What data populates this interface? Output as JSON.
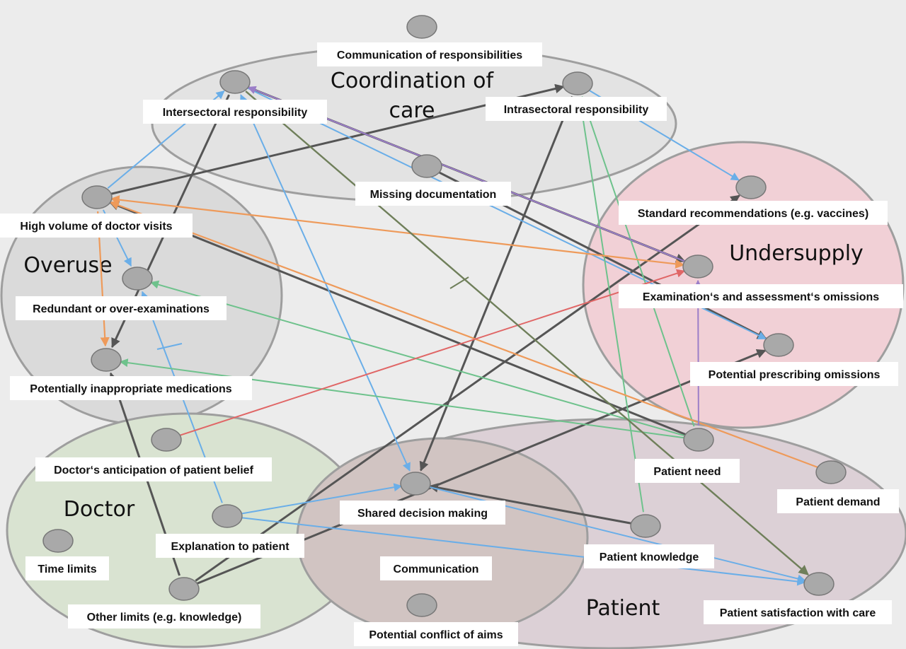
{
  "colors": {
    "background": "#ececec",
    "coordination_fill": "#e3e3e3",
    "overuse_fill": "#dadada",
    "undersupply_fill": "#f1d0d6",
    "doctor_fill": "#d9e3d1",
    "patient_fill": "#dcd0d6",
    "communication_fill": "#d1c4c2",
    "cluster_stroke": "#9e9e9e",
    "arrow_dark": "#555555",
    "arrow_blue": "#6aaee8",
    "arrow_green": "#6ec28c",
    "arrow_orange": "#ee9a5a",
    "arrow_purple": "#9b7ec8",
    "arrow_red": "#e06666",
    "arrow_olive": "#6f7f5a"
  },
  "clusters": [
    {
      "id": "coordination",
      "title_lines": [
        "Coordination of",
        "care"
      ]
    },
    {
      "id": "overuse",
      "title_lines": [
        "Overuse"
      ]
    },
    {
      "id": "undersupply",
      "title_lines": [
        "Undersupply"
      ]
    },
    {
      "id": "doctor",
      "title_lines": [
        "Doctor"
      ]
    },
    {
      "id": "patient",
      "title_lines": [
        "Patient"
      ]
    },
    {
      "id": "communication",
      "title_lines": []
    }
  ],
  "nodes": [
    {
      "id": "comm_resp",
      "label": "Communication of responsibilities"
    },
    {
      "id": "inter_resp",
      "label": "Intersectoral responsibility"
    },
    {
      "id": "intra_resp",
      "label": "Intrasectoral responsibility"
    },
    {
      "id": "missing_doc",
      "label": "Missing documentation"
    },
    {
      "id": "high_volume",
      "label": "High volume of doctor visits"
    },
    {
      "id": "redundant",
      "label": "Redundant or over-examinations"
    },
    {
      "id": "pim",
      "label": "Potentially inappropriate medications"
    },
    {
      "id": "std_rec",
      "label": "Standard recommendations (e.g. vaccines)"
    },
    {
      "id": "exam_omit",
      "label": "Examination‘s  and assessment‘s omissions"
    },
    {
      "id": "presc_omit",
      "label": "Potential prescribing omissions"
    },
    {
      "id": "doc_anticip",
      "label": "Doctor‘s anticipation of patient belief"
    },
    {
      "id": "explanation",
      "label": "Explanation to patient"
    },
    {
      "id": "time_limits",
      "label": "Time limits"
    },
    {
      "id": "other_limits",
      "label": "Other limits (e.g. knowledge)"
    },
    {
      "id": "shared_dm",
      "label": "Shared decision making"
    },
    {
      "id": "communication",
      "label": "Communication"
    },
    {
      "id": "conflict",
      "label": "Potential conflict of aims"
    },
    {
      "id": "patient_need",
      "label": "Patient need"
    },
    {
      "id": "patient_demand",
      "label": "Patient demand"
    },
    {
      "id": "patient_know",
      "label": "Patient knowledge"
    },
    {
      "id": "patient_sat",
      "label": "Patient satisfaction with care"
    }
  ],
  "edges": [
    {
      "from": "high_volume",
      "to": "intra_resp",
      "color": "dark",
      "double": false
    },
    {
      "from": "inter_resp",
      "to": "exam_omit",
      "color": "dark",
      "double": false
    },
    {
      "from": "inter_resp",
      "to": "pim",
      "color": "dark",
      "double": false
    },
    {
      "from": "intra_resp",
      "to": "shared_dm",
      "color": "dark",
      "double": false
    },
    {
      "from": "missing_doc",
      "to": "presc_omit",
      "color": "dark",
      "double": false
    },
    {
      "from": "patient_need",
      "to": "high_volume",
      "color": "dark",
      "double": false
    },
    {
      "from": "other_limits",
      "to": "pim",
      "color": "dark",
      "double": false
    },
    {
      "from": "other_limits",
      "to": "std_rec",
      "color": "dark",
      "double": false
    },
    {
      "from": "other_limits",
      "to": "presc_omit",
      "color": "dark",
      "double": false
    },
    {
      "from": "patient_know",
      "to": "shared_dm",
      "color": "dark",
      "double": false
    },
    {
      "from": "high_volume",
      "to": "inter_resp",
      "color": "blue",
      "double": false
    },
    {
      "from": "inter_resp",
      "to": "shared_dm",
      "color": "blue",
      "double": true
    },
    {
      "from": "intra_resp",
      "to": "std_rec",
      "color": "blue",
      "double": false
    },
    {
      "from": "inter_resp",
      "to": "presc_omit",
      "color": "blue",
      "double": false
    },
    {
      "from": "high_volume",
      "to": "redundant",
      "color": "blue",
      "double": false
    },
    {
      "from": "explanation",
      "to": "redundant",
      "color": "blue",
      "double": false
    },
    {
      "from": "explanation",
      "to": "shared_dm",
      "color": "blue",
      "double": false
    },
    {
      "from": "explanation",
      "to": "patient_sat",
      "color": "blue",
      "double": false
    },
    {
      "from": "shared_dm",
      "to": "patient_sat",
      "color": "blue",
      "double": false
    },
    {
      "from": "patient_need",
      "to": "redundant",
      "color": "green",
      "double": false
    },
    {
      "from": "patient_need",
      "to": "pim",
      "color": "green",
      "double": false
    },
    {
      "from": "patient_know",
      "to": "intra_resp",
      "color": "green",
      "double": false
    },
    {
      "from": "patient_need",
      "to": "intra_resp",
      "color": "green",
      "double": false
    },
    {
      "from": "high_volume",
      "to": "exam_omit",
      "color": "orange",
      "double": true
    },
    {
      "from": "high_volume",
      "to": "pim",
      "color": "orange",
      "double": false
    },
    {
      "from": "patient_demand",
      "to": "high_volume",
      "color": "orange",
      "double": false
    },
    {
      "from": "exam_omit",
      "to": "inter_resp",
      "color": "purple",
      "double": false
    },
    {
      "from": "patient_need",
      "to": "exam_omit",
      "color": "purple",
      "double": false
    },
    {
      "from": "doc_anticip",
      "to": "exam_omit",
      "color": "red",
      "double": false
    },
    {
      "from": "inter_resp",
      "to": "patient_sat",
      "color": "olive",
      "double": false
    }
  ]
}
